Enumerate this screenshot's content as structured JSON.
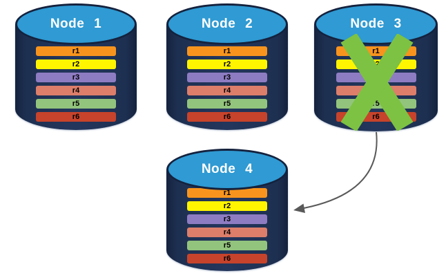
{
  "diagram": {
    "description": "Database replication failover diagram",
    "nodes": [
      {
        "id": "node-1",
        "label": "Node 1",
        "failed": false
      },
      {
        "id": "node-2",
        "label": "Node 2",
        "failed": false
      },
      {
        "id": "node-3",
        "label": "Node 3",
        "failed": true
      },
      {
        "id": "node-4",
        "label": "Node 4",
        "failed": false
      }
    ],
    "rows": [
      {
        "label": "r1",
        "color": "#F8941D"
      },
      {
        "label": "r2",
        "color": "#FFF500"
      },
      {
        "label": "r3",
        "color": "#8E7CC3"
      },
      {
        "label": "r4",
        "color": "#DD7E6B"
      },
      {
        "label": "r5",
        "color": "#93C47D"
      },
      {
        "label": "r6",
        "color": "#C7432B"
      }
    ],
    "colors": {
      "cylinder_body": "#1E3051",
      "cylinder_edge": "#14223E",
      "cylinder_top": "#2F9AD3",
      "node_label_text": "#FFFFFF",
      "row_text": "#000000",
      "failed_x": "#7DC242",
      "arrow": "#595959"
    },
    "arrow": {
      "from": "Node 3",
      "to": "Node 4"
    },
    "failed_marker": {
      "symbol": "X",
      "on": "Node 3"
    }
  }
}
